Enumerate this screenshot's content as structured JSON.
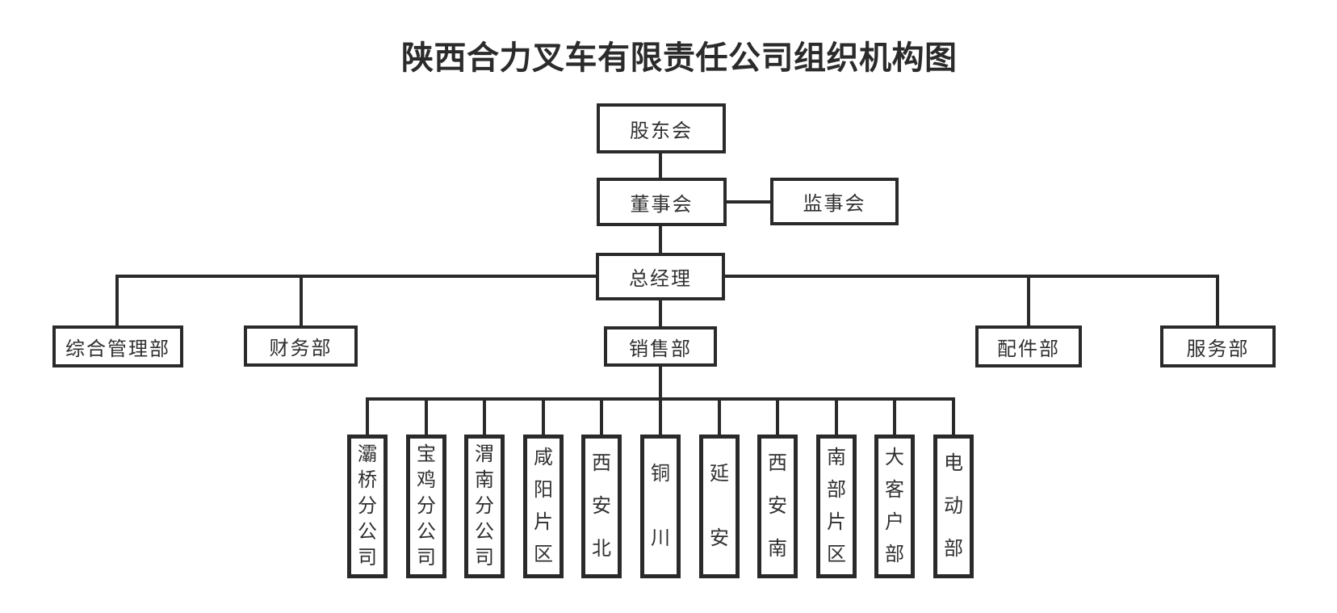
{
  "title": "陕西合力叉车有限责任公司组织机构图",
  "org": {
    "root": {
      "label": "股东会"
    },
    "board": {
      "label": "董事会"
    },
    "supervisory": {
      "label": "监事会"
    },
    "general_manager": {
      "label": "总经理"
    },
    "departments": [
      {
        "label": "综合管理部"
      },
      {
        "label": "财务部"
      },
      {
        "label": "销售部"
      },
      {
        "label": "配件部"
      },
      {
        "label": "服务部"
      }
    ],
    "sales_units": [
      {
        "label": "灞桥分公司"
      },
      {
        "label": "宝鸡分公司"
      },
      {
        "label": "渭南分公司"
      },
      {
        "label": "咸阳片区"
      },
      {
        "label": "西安北"
      },
      {
        "label": "铜川"
      },
      {
        "label": "延安"
      },
      {
        "label": "西安南"
      },
      {
        "label": "南部片区"
      },
      {
        "label": "大客户部"
      },
      {
        "label": "电动部"
      }
    ]
  },
  "colors": {
    "line": "#2a2a2a",
    "text": "#303030",
    "title": "#2b2b2b",
    "background": "#ffffff"
  }
}
